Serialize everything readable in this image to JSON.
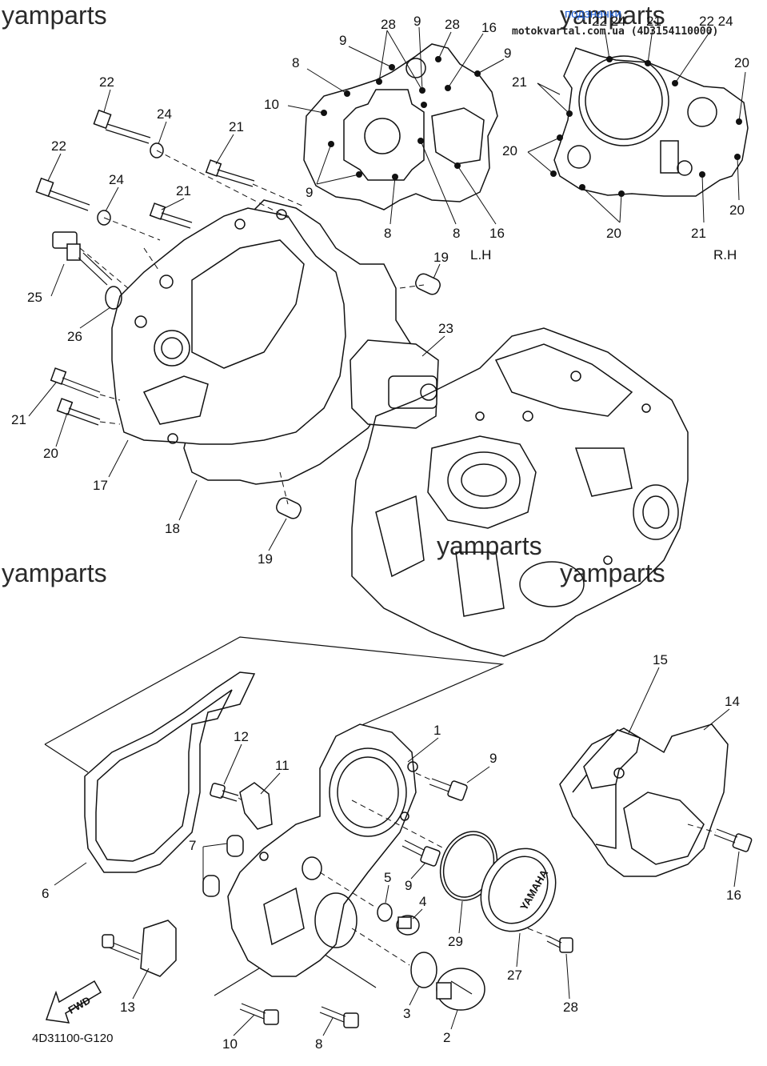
{
  "watermarks": {
    "brand": "yamparts",
    "link_text": "подзначки",
    "site": "motokvartal.com.ua (4D3154110000)"
  },
  "diagram_code": "4D31100-G120",
  "side_labels": {
    "left": "L.H",
    "right": "R.H"
  },
  "cover_text": "YAMAHA",
  "fwd_text": "FWD",
  "callouts": [
    "1",
    "2",
    "3",
    "4",
    "5",
    "6",
    "7",
    "8",
    "9",
    "10",
    "11",
    "12",
    "13",
    "14",
    "15",
    "16",
    "17",
    "18",
    "19",
    "20",
    "21",
    "22",
    "23",
    "24",
    "25",
    "26",
    "27",
    "28",
    "29"
  ]
}
